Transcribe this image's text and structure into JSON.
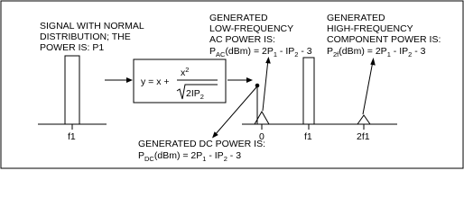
{
  "input": {
    "label_line1": "SIGNAL WITH NORMAL",
    "label_line2": "DISTRIBUTION; THE",
    "label_line3": "POWER IS: P1",
    "axis_tick": "f1"
  },
  "transfer": {
    "lhs": "y = x +",
    "numerator": "x2",
    "denominator": "2IP2"
  },
  "output": {
    "axis_tick_zero": "0",
    "axis_tick_f1": "f1",
    "axis_tick_2f1": "2f1"
  },
  "low_freq": {
    "line1": "GENERATED",
    "line2": "LOW-FREQUENCY",
    "line3": "AC POWER IS:",
    "formula": "PAC(dBm) = 2P1 - IP2 - 3"
  },
  "high_freq": {
    "line1": "GENERATED",
    "line2": "HIGH-FREQUENCY",
    "line3": "COMPONENT POWER IS:",
    "formula": "P2f(dBm) = 2P1 - IP2 - 3"
  },
  "dc": {
    "line1": "GENERATED DC POWER IS:",
    "formula": "PDC(dBm) = 2P1 - IP2 - 3"
  }
}
